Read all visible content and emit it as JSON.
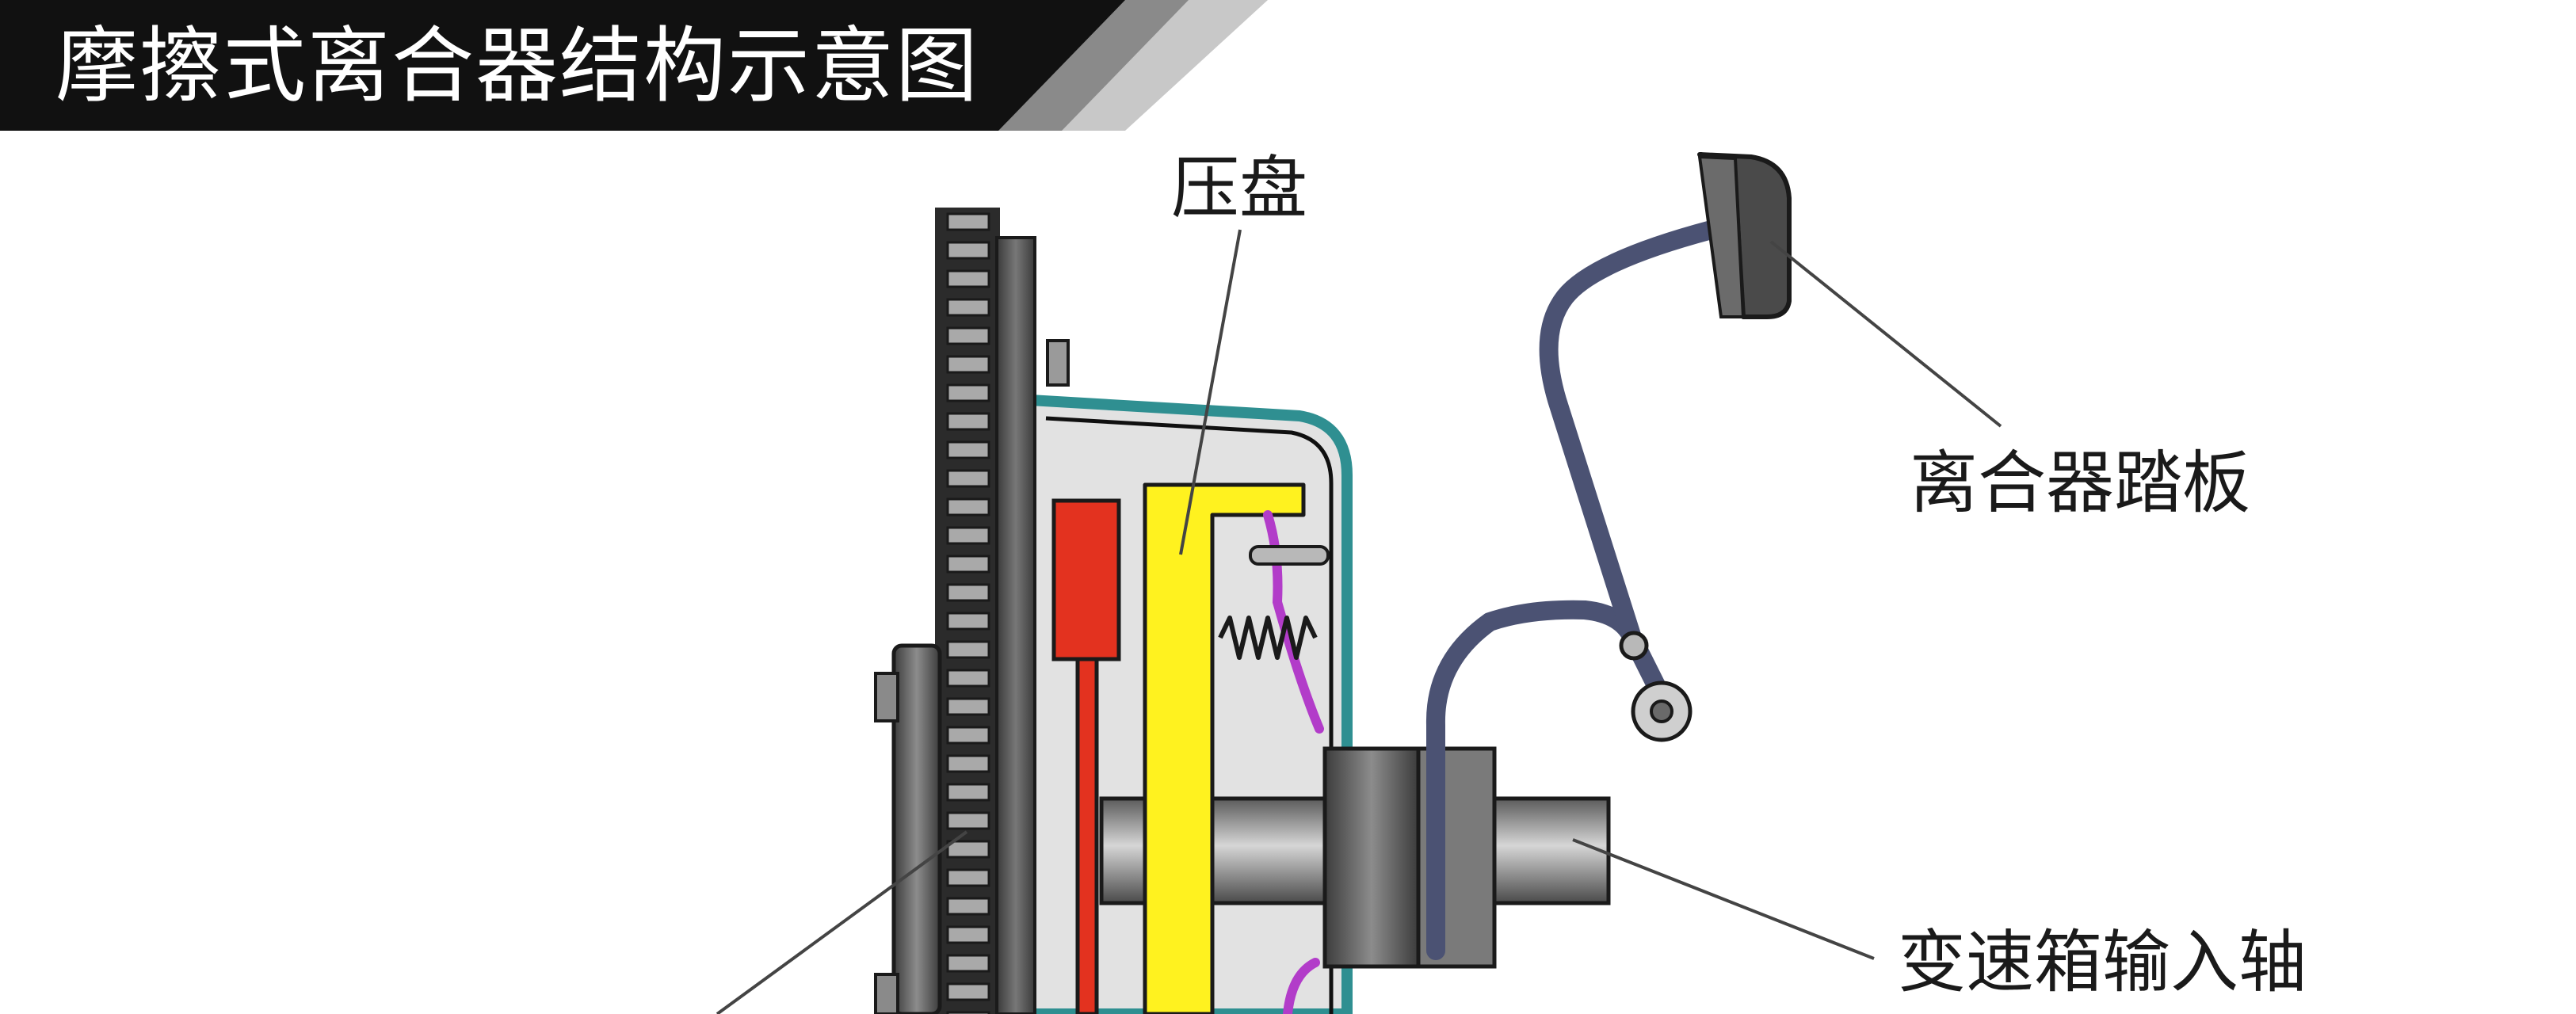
{
  "title": "摩擦式离合器结构示意图",
  "labels": {
    "pressure_plate": "压盘",
    "clutch_pedal": "离合器踏板",
    "input_shaft": "变速箱输入轴"
  },
  "colors": {
    "banner_dark": "#111111",
    "banner_stripe": "#8a8a8a",
    "flywheel": "#555555",
    "housing": "#2f8f91",
    "housing_fill": "#e2e2e2",
    "friction_disc": "#e3321f",
    "pressure_plate": "#fff21f",
    "spring": "#b23cc9",
    "pedal_linkage": "#4b5273",
    "shaft": "#8f8f8f"
  },
  "icons": [
    "flywheel-gear-icon",
    "coil-spring-icon",
    "pedal-pad-icon"
  ]
}
